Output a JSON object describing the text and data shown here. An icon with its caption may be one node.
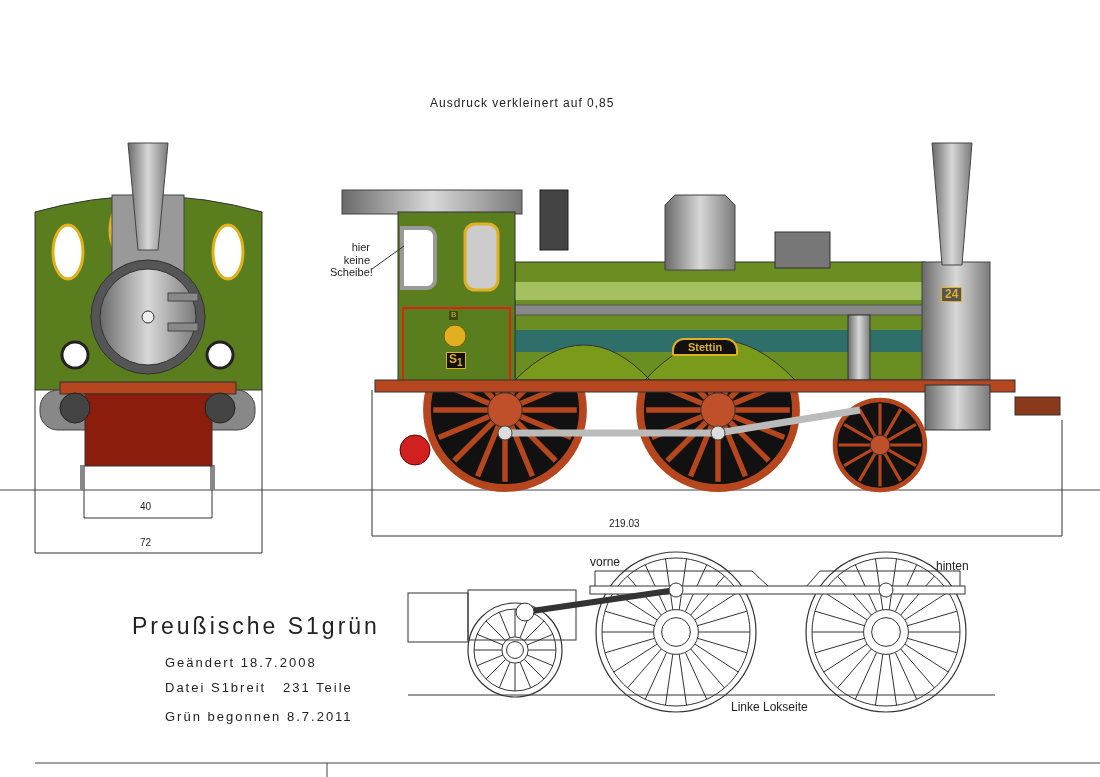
{
  "diagram": {
    "title": "Preußische S1grün",
    "nodes": [
      {
        "text": [
          "hier keine Scheibe!"
        ]
      },
      {
        "text": [],
        "shape": "box"
      }
    ],
    "edges": [
      {
        "from": 0,
        "to": 1,
        "arrow": "none"
      }
    ],
    "labels": [
      "Ausdruck verkleinert auf 0,85",
      "B",
      "S$_{1}$",
      "Stettin",
      "24",
      "40",
      "72",
      "219.03",
      "Geändert 18.7.2008",
      "Datei S1breit   231 Teile",
      "Grün begonnen 8.7.2011",
      "vorne",
      "hinten",
      "Linke Lokseite"
    ]
  }
}
